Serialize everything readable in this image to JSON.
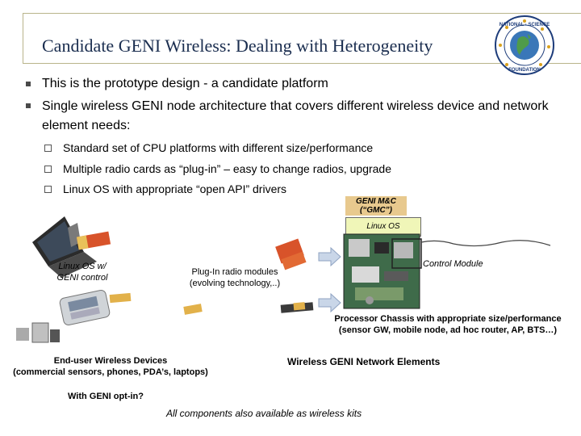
{
  "slide": {
    "title": "Candidate GENI Wireless: Dealing with Heterogeneity",
    "logo": {
      "name": "nsf-logo",
      "text": "NATIONAL SCIENCE FOUNDATION"
    },
    "bullets": [
      "This is the prototype design - a candidate platform",
      "Single wireless GENI node architecture that covers different wireless device and network element needs:"
    ],
    "sub_bullets": [
      "Standard set of CPU platforms with different size/performance",
      "Multiple radio cards as “plug-in” – easy to change radios, upgrade",
      "Linux OS with appropriate “open API” drivers"
    ]
  },
  "diagram": {
    "gmc_line1": "GENI M&C",
    "gmc_line2": "(“GMC”)",
    "linux_os": "Linux OS",
    "control_module": "Control Module",
    "laptop_label_line1": "Linux OS w/",
    "laptop_label_line2": "GENI control",
    "plugin_line1": "Plug-In radio modules",
    "plugin_line2": "(evolving technology,..)",
    "chassis_line1": "Processor Chassis with appropriate size/performance",
    "chassis_line2": "(sensor GW, mobile node, ad hoc router, AP, BTS…)",
    "enduser_line1": "End-user Wireless Devices",
    "enduser_line2": "(commercial sensors, phones, PDA’s, laptops)",
    "network_elements": "Wireless GENI Network Elements",
    "optin": "With GENI opt-in?",
    "footer": "All components also available as wireless kits"
  },
  "colors": {
    "title": "#1a2d4f",
    "arrow_fill": "#c9d6e8",
    "gmc_fill": "#e8c98e",
    "linux_os_fill": "#f0f6b8"
  }
}
